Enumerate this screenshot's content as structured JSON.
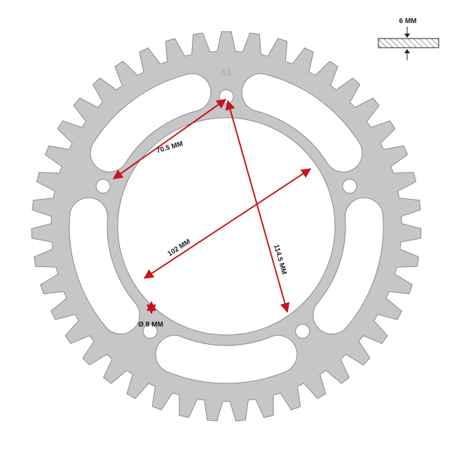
{
  "part": {
    "tooth_count": 43,
    "stamp_text": "43",
    "color": "#c6c6c6",
    "stroke_color": "#8a8a8a"
  },
  "dimensions": {
    "bolt_spacing_label": "70.5 MM",
    "inner_bore_label": "102 MM",
    "bolt_diagonal_label": "114.5 MM",
    "hole_diameter_label": "Ø 8 MM",
    "thickness_label": "6 MM",
    "arrow_color": "#c4161c"
  }
}
